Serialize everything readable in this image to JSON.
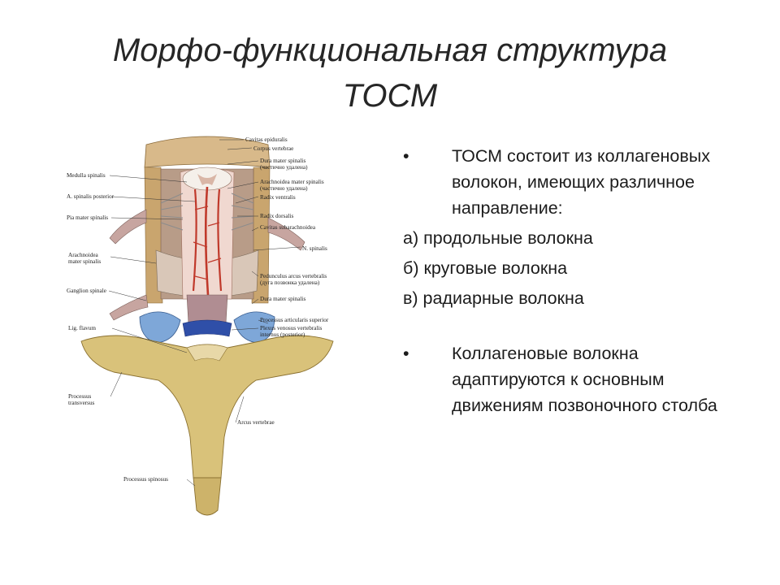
{
  "slide": {
    "title_line1": "Морфо-функциональная структура",
    "title_line2": "ТОСМ"
  },
  "figure": {
    "labels": {
      "cavitas_epiduralis": "Cavitas epiduralis",
      "corpus_vertebrae": "Corpus vertebrae",
      "dura_mater_1": "Dura mater spinalis",
      "dura_mater_1_note": "(частично удалена)",
      "medulla_spinalis": "Medulla spinalis",
      "arachnoidea_1": "Arachnoidea mater spinalis",
      "arachnoidea_1_note": "(частично удалена)",
      "a_spinalis": "A. spinalis posterior",
      "radix_ventralis": "Radix ventralis",
      "pia_mater": "Pia mater spinalis",
      "radix_dorsalis": "Radix dorsalis",
      "cavitas_subarachnoidea": "Cavitas subarachnoidea",
      "n_spinalis": "N. spinalis",
      "arachnoidea_2": "Arachnoidea",
      "arachnoidea_2b": "mater spinalis",
      "pedunculus": "Pedunculus arcus vertebralis",
      "pedunculus_note": "(дуга позвонка удалена)",
      "ganglion": "Ganglion spinale",
      "dura_mater_2": "Dura mater spinalis",
      "processus_articularis": "Processus articularis superior",
      "plexus": "Plexus venosus vertebralis",
      "plexus_note": "internus (posterior)",
      "lig_flavum": "Lig. flavum",
      "processus_transversus": "Processus",
      "processus_transversus_b": "transversus",
      "arcus_vertebrae": "Arcus vertebrae",
      "processus_spinosus": "Processus spinosus"
    }
  },
  "content": {
    "bullet_char": "•",
    "bullet1": "ТОСМ состоит из коллагеновых волокон, имеющих различное направление:",
    "item_a": "а) продольные волокна",
    "item_b": "б) круговые волокна",
    "item_c": "в) радиарные волокна",
    "bullet2": "Коллагеновые  волокна адаптируются к основным движениям позвоночного столба"
  }
}
